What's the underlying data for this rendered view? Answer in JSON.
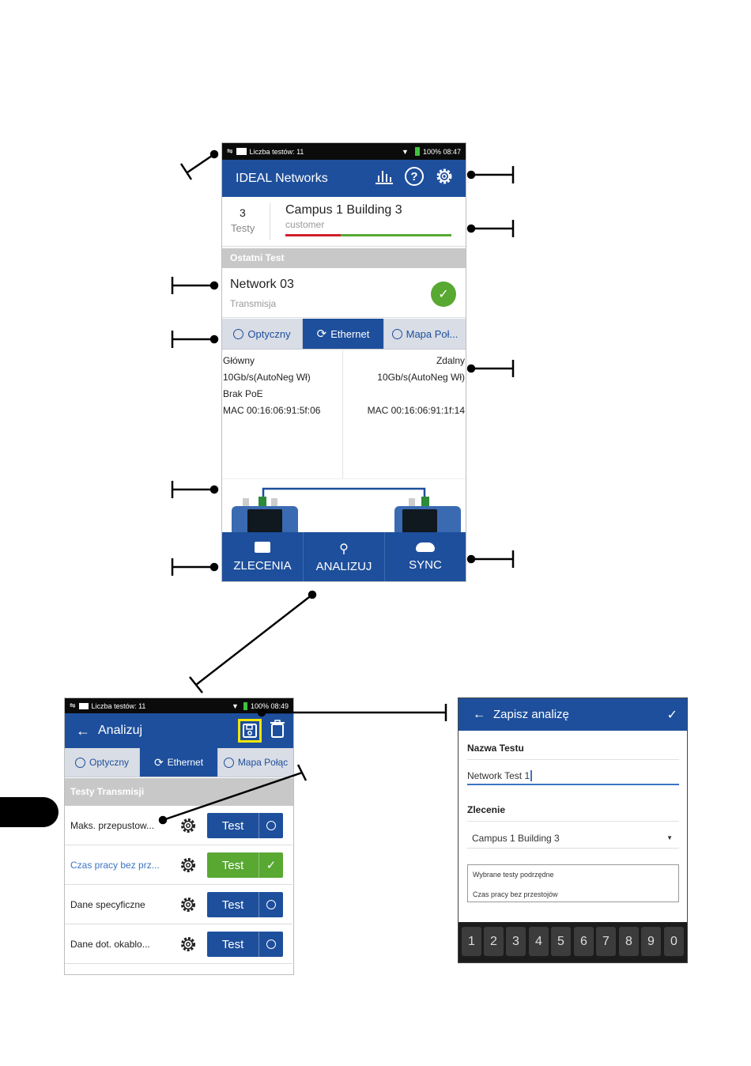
{
  "main_phone": {
    "status": {
      "left_text": "Liczba testów: 11",
      "right_text": "100% 08:47"
    },
    "app_title": "IDEAL Networks",
    "job": {
      "count": "3",
      "count_label": "Testy",
      "name": "Campus 1 Building 3",
      "sub": "customer"
    },
    "section_last": "Ostatni Test",
    "last_test": {
      "name": "Network 03",
      "type": "Transmisja"
    },
    "tabs": {
      "optical": "Optyczny",
      "ethernet": "Ethernet",
      "map": "Mapa Poł..."
    },
    "details": {
      "main_title": "Główny",
      "main_lines": [
        "10Gb/s(AutoNeg Wł)",
        "Brak PoE",
        "MAC 00:16:06:91:5f:06"
      ],
      "remote_title": "Zdalny",
      "remote_lines": [
        "10Gb/s(AutoNeg Wł)",
        "MAC 00:16:06:91:1f:14"
      ]
    },
    "nav": {
      "jobs": "ZLECENIA",
      "analyze": "ANALIZUJ",
      "sync": "SYNC"
    }
  },
  "analyze_phone": {
    "status": {
      "left_text": "Liczba testów: 11",
      "right_text": "100% 08:49"
    },
    "title": "Analizuj",
    "tabs": {
      "optical": "Optyczny",
      "ethernet": "Ethernet",
      "map": "Mapa Połąc"
    },
    "section": "Testy Transmisji",
    "test_label": "Test",
    "rows": [
      {
        "label": "Maks. przepustow...",
        "state": "idle"
      },
      {
        "label": "Czas pracy bez prz...",
        "state": "done"
      },
      {
        "label": "Dane specyficzne",
        "state": "idle"
      },
      {
        "label": "Dane dot. okablo...",
        "state": "idle"
      }
    ]
  },
  "save_dialog": {
    "title": "Zapisz analizę",
    "test_name_label": "Nazwa Testu",
    "test_name_value": "Network Test 1",
    "job_label": "Zlecenie",
    "job_value": "Campus 1 Building 3",
    "selected_title": "Wybrane testy podrzędne",
    "selected_item": "Czas pracy bez przestojów",
    "keys": [
      "1",
      "2",
      "3",
      "4",
      "5",
      "6",
      "7",
      "8",
      "9",
      "0"
    ]
  },
  "colors": {
    "brand_blue": "#1e4f9c",
    "ok_green": "#58a832",
    "status_red": "#d0202a",
    "highlight_yellow": "#f2e600"
  }
}
